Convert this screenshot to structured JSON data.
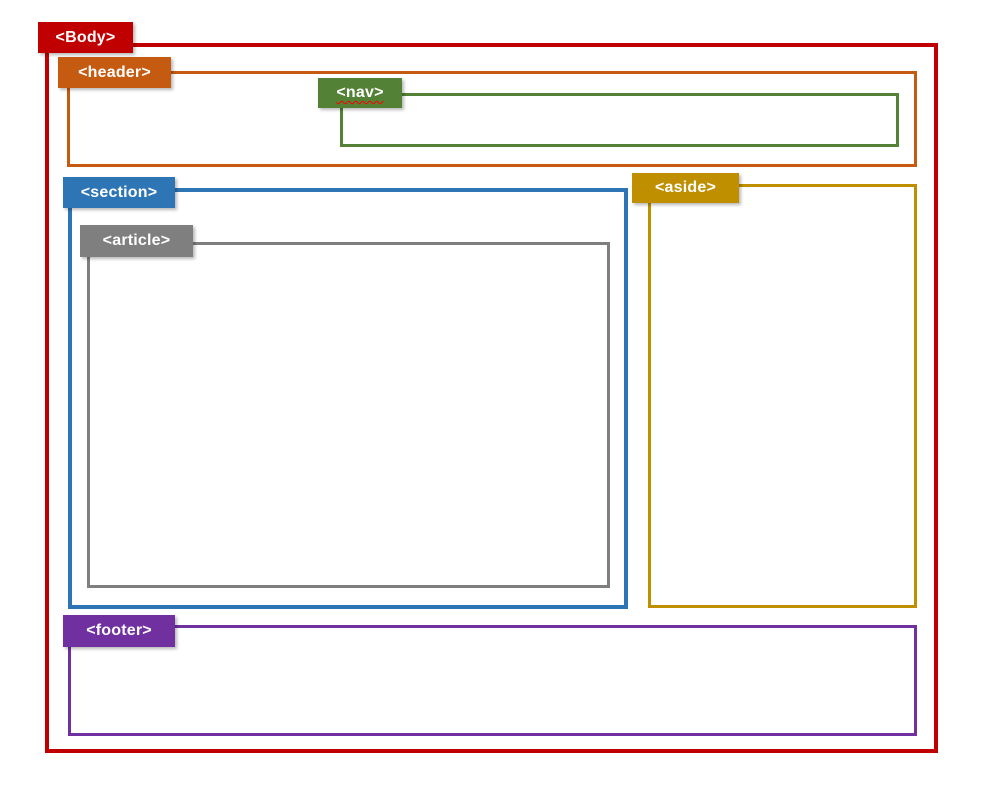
{
  "diagram": {
    "description": "HTML5 semantic page layout diagram",
    "elements": {
      "body": {
        "label": "<Body>",
        "color": "#C00000"
      },
      "header": {
        "label": "<header>",
        "color": "#C55A11"
      },
      "nav": {
        "label": "<nav>",
        "color": "#538135",
        "spellcheck_underline_color": "#FF0000"
      },
      "section": {
        "label": "<section>",
        "color": "#2E75B6"
      },
      "article": {
        "label": "<article>",
        "color": "#7F7F7F"
      },
      "aside": {
        "label": "<aside>",
        "color": "#BF8F00"
      },
      "footer": {
        "label": "<footer>",
        "color": "#7030A0"
      }
    }
  }
}
